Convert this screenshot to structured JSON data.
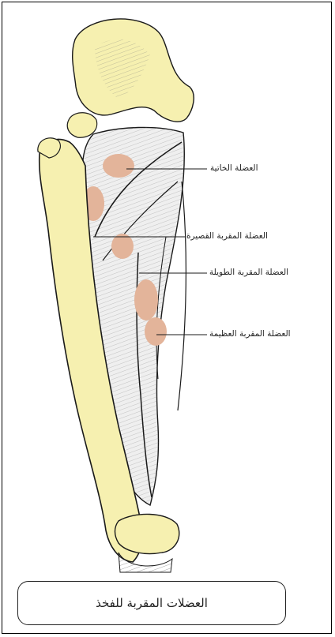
{
  "labels": {
    "l1": "العضلة الخاتية",
    "l2": "العضلة المقربة القصيرة",
    "l3": "العضلة المقربة الطويلة",
    "l4": "العضلة المقربة العظيمة"
  },
  "caption": "العضلات المقربة للفخذ",
  "colors": {
    "bone": "#f6f0b0",
    "muscle_highlight": "#e3b49a",
    "line": "#1a1a1a"
  }
}
